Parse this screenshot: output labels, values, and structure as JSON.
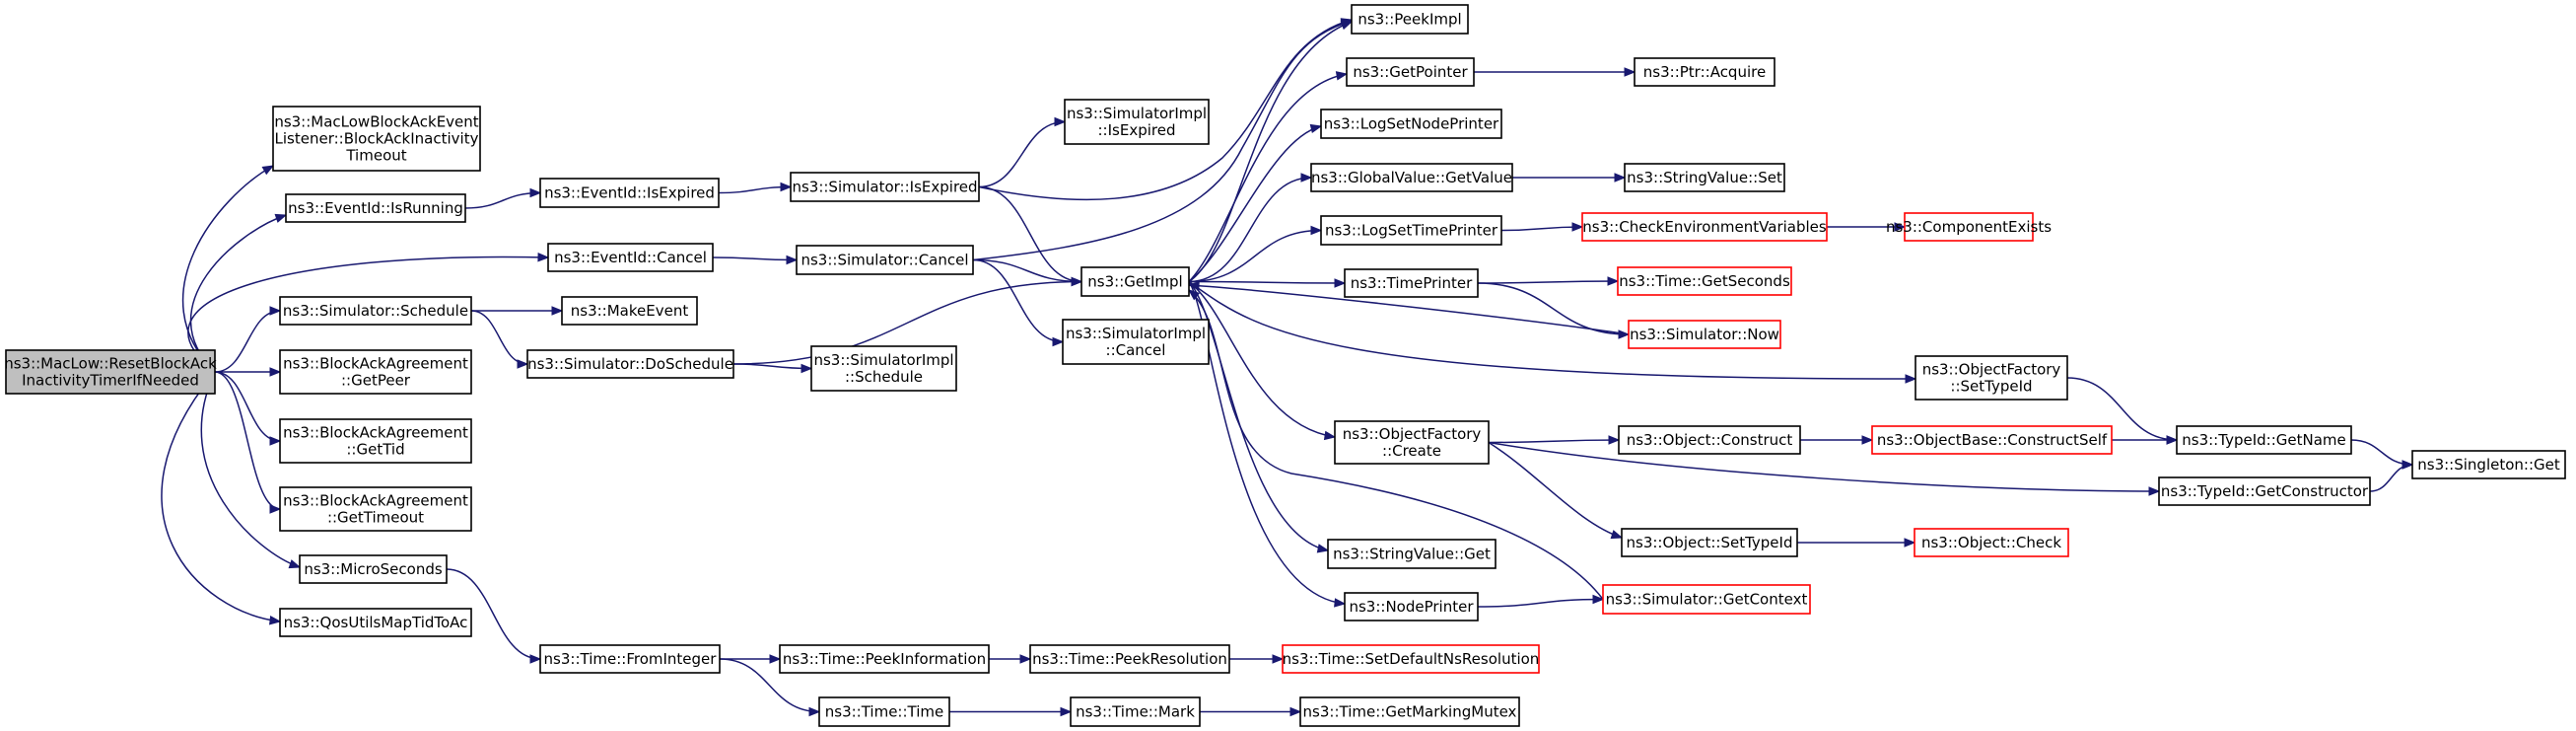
{
  "colors": {
    "edge": "#191970",
    "node_border": "#000000",
    "node_missing_border": "#ff0000",
    "root_fill": "#bfbfbf",
    "node_fill": "#ffffff"
  },
  "nodes": [
    {
      "id": "root",
      "lines": [
        "ns3::MacLow::ResetBlockAck",
        "InactivityTimerIfNeeded"
      ],
      "root": true
    },
    {
      "id": "bainact",
      "lines": [
        "ns3::MacLowBlockAckEvent",
        "Listener::BlockAckInactivity",
        "Timeout"
      ]
    },
    {
      "id": "isrunning",
      "lines": [
        "ns3::EventId::IsRunning"
      ]
    },
    {
      "id": "evcancel",
      "lines": [
        "ns3::EventId::Cancel"
      ]
    },
    {
      "id": "simschedule",
      "lines": [
        "ns3::Simulator::Schedule"
      ]
    },
    {
      "id": "getpeer",
      "lines": [
        "ns3::BlockAckAgreement",
        "::GetPeer"
      ]
    },
    {
      "id": "gettid",
      "lines": [
        "ns3::BlockAckAgreement",
        "::GetTid"
      ]
    },
    {
      "id": "gettimeout",
      "lines": [
        "ns3::BlockAckAgreement",
        "::GetTimeout"
      ]
    },
    {
      "id": "microseconds",
      "lines": [
        "ns3::MicroSeconds"
      ]
    },
    {
      "id": "qosmap",
      "lines": [
        "ns3::QosUtilsMapTidToAc"
      ]
    },
    {
      "id": "evisexpired",
      "lines": [
        "ns3::EventId::IsExpired"
      ]
    },
    {
      "id": "makeevent",
      "lines": [
        "ns3::MakeEvent"
      ]
    },
    {
      "id": "doschedule",
      "lines": [
        "ns3::Simulator::DoSchedule"
      ]
    },
    {
      "id": "simisexpired",
      "lines": [
        "ns3::Simulator::IsExpired"
      ]
    },
    {
      "id": "simcancel",
      "lines": [
        "ns3::Simulator::Cancel"
      ]
    },
    {
      "id": "implisexpired",
      "lines": [
        "ns3::SimulatorImpl",
        "::IsExpired"
      ]
    },
    {
      "id": "implschedule",
      "lines": [
        "ns3::SimulatorImpl",
        "::Schedule"
      ]
    },
    {
      "id": "implcancel",
      "lines": [
        "ns3::SimulatorImpl",
        "::Cancel"
      ]
    },
    {
      "id": "getimpl",
      "lines": [
        "ns3::GetImpl"
      ]
    },
    {
      "id": "peekimpl",
      "lines": [
        "ns3::PeekImpl"
      ]
    },
    {
      "id": "getpointer",
      "lines": [
        "ns3::GetPointer"
      ]
    },
    {
      "id": "logsetnode",
      "lines": [
        "ns3::LogSetNodePrinter"
      ]
    },
    {
      "id": "gvgetvalue",
      "lines": [
        "ns3::GlobalValue::GetValue"
      ]
    },
    {
      "id": "logsettime",
      "lines": [
        "ns3::LogSetTimePrinter"
      ]
    },
    {
      "id": "timeprinter",
      "lines": [
        "ns3::TimePrinter"
      ]
    },
    {
      "id": "ofcreate",
      "lines": [
        "ns3::ObjectFactory",
        "::Create"
      ]
    },
    {
      "id": "svget",
      "lines": [
        "ns3::StringValue::Get"
      ]
    },
    {
      "id": "nodeprinter",
      "lines": [
        "ns3::NodePrinter"
      ]
    },
    {
      "id": "ptracquire",
      "lines": [
        "ns3::Ptr::Acquire"
      ]
    },
    {
      "id": "svset",
      "lines": [
        "ns3::StringValue::Set"
      ]
    },
    {
      "id": "checkenv",
      "lines": [
        "ns3::CheckEnvironmentVariables"
      ],
      "missing": true
    },
    {
      "id": "compexists",
      "lines": [
        "ns3::ComponentExists"
      ],
      "missing": true
    },
    {
      "id": "getseconds",
      "lines": [
        "ns3::Time::GetSeconds"
      ],
      "missing": true
    },
    {
      "id": "simnow",
      "lines": [
        "ns3::Simulator::Now"
      ],
      "missing": true
    },
    {
      "id": "ofsettypeid",
      "lines": [
        "ns3::ObjectFactory",
        "::SetTypeId"
      ]
    },
    {
      "id": "objconstruct",
      "lines": [
        "ns3::Object::Construct"
      ]
    },
    {
      "id": "constructself",
      "lines": [
        "ns3::ObjectBase::ConstructSelf"
      ],
      "missing": true
    },
    {
      "id": "typeidgetname",
      "lines": [
        "ns3::TypeId::GetName"
      ]
    },
    {
      "id": "singletonget",
      "lines": [
        "ns3::Singleton::Get"
      ]
    },
    {
      "id": "getconstructor",
      "lines": [
        "ns3::TypeId::GetConstructor"
      ]
    },
    {
      "id": "objsettypeid",
      "lines": [
        "ns3::Object::SetTypeId"
      ]
    },
    {
      "id": "objcheck",
      "lines": [
        "ns3::Object::Check"
      ],
      "missing": true
    },
    {
      "id": "simgetcontext",
      "lines": [
        "ns3::Simulator::GetContext"
      ],
      "missing": true
    },
    {
      "id": "fromint",
      "lines": [
        "ns3::Time::FromInteger"
      ]
    },
    {
      "id": "peekinfo",
      "lines": [
        "ns3::Time::PeekInformation"
      ]
    },
    {
      "id": "peekres",
      "lines": [
        "ns3::Time::PeekResolution"
      ]
    },
    {
      "id": "setdefres",
      "lines": [
        "ns3::Time::SetDefaultNsResolution"
      ],
      "missing": true
    },
    {
      "id": "timetime",
      "lines": [
        "ns3::Time::Time"
      ]
    },
    {
      "id": "timemark",
      "lines": [
        "ns3::Time::Mark"
      ]
    },
    {
      "id": "getmarkmutex",
      "lines": [
        "ns3::Time::GetMarkingMutex"
      ]
    }
  ],
  "edges": [
    [
      "root",
      "bainact"
    ],
    [
      "root",
      "isrunning"
    ],
    [
      "root",
      "evcancel"
    ],
    [
      "root",
      "simschedule"
    ],
    [
      "root",
      "getpeer"
    ],
    [
      "root",
      "gettid"
    ],
    [
      "root",
      "gettimeout"
    ],
    [
      "root",
      "microseconds"
    ],
    [
      "root",
      "qosmap"
    ],
    [
      "isrunning",
      "evisexpired"
    ],
    [
      "evisexpired",
      "simisexpired"
    ],
    [
      "simisexpired",
      "implisexpired"
    ],
    [
      "simisexpired",
      "getimpl"
    ],
    [
      "simisexpired",
      "peekimpl"
    ],
    [
      "evcancel",
      "simcancel"
    ],
    [
      "simcancel",
      "getimpl"
    ],
    [
      "simcancel",
      "implcancel"
    ],
    [
      "simcancel",
      "peekimpl"
    ],
    [
      "simschedule",
      "makeevent"
    ],
    [
      "simschedule",
      "doschedule"
    ],
    [
      "doschedule",
      "implschedule"
    ],
    [
      "doschedule",
      "getimpl"
    ],
    [
      "getimpl",
      "peekimpl"
    ],
    [
      "getimpl",
      "getpointer"
    ],
    [
      "getimpl",
      "logsetnode"
    ],
    [
      "getimpl",
      "gvgetvalue"
    ],
    [
      "getimpl",
      "logsettime"
    ],
    [
      "getimpl",
      "timeprinter"
    ],
    [
      "getimpl",
      "ofsettypeid"
    ],
    [
      "getimpl",
      "ofcreate"
    ],
    [
      "getimpl",
      "svget"
    ],
    [
      "getimpl",
      "nodeprinter"
    ],
    [
      "getpointer",
      "ptracquire"
    ],
    [
      "gvgetvalue",
      "svset"
    ],
    [
      "logsettime",
      "checkenv"
    ],
    [
      "checkenv",
      "compexists"
    ],
    [
      "timeprinter",
      "getseconds"
    ],
    [
      "timeprinter",
      "simnow"
    ],
    [
      "simnow",
      "getimpl"
    ],
    [
      "ofsettypeid",
      "typeidgetname"
    ],
    [
      "ofcreate",
      "objconstruct"
    ],
    [
      "ofcreate",
      "getconstructor"
    ],
    [
      "ofcreate",
      "objsettypeid"
    ],
    [
      "objconstruct",
      "constructself"
    ],
    [
      "constructself",
      "typeidgetname"
    ],
    [
      "typeidgetname",
      "singletonget"
    ],
    [
      "getconstructor",
      "singletonget"
    ],
    [
      "objsettypeid",
      "objcheck"
    ],
    [
      "nodeprinter",
      "simgetcontext"
    ],
    [
      "simgetcontext",
      "getimpl"
    ],
    [
      "microseconds",
      "fromint"
    ],
    [
      "fromint",
      "peekinfo"
    ],
    [
      "fromint",
      "timetime"
    ],
    [
      "peekinfo",
      "peekres"
    ],
    [
      "peekres",
      "setdefres"
    ],
    [
      "timetime",
      "timemark"
    ],
    [
      "timemark",
      "getmarkmutex"
    ]
  ]
}
